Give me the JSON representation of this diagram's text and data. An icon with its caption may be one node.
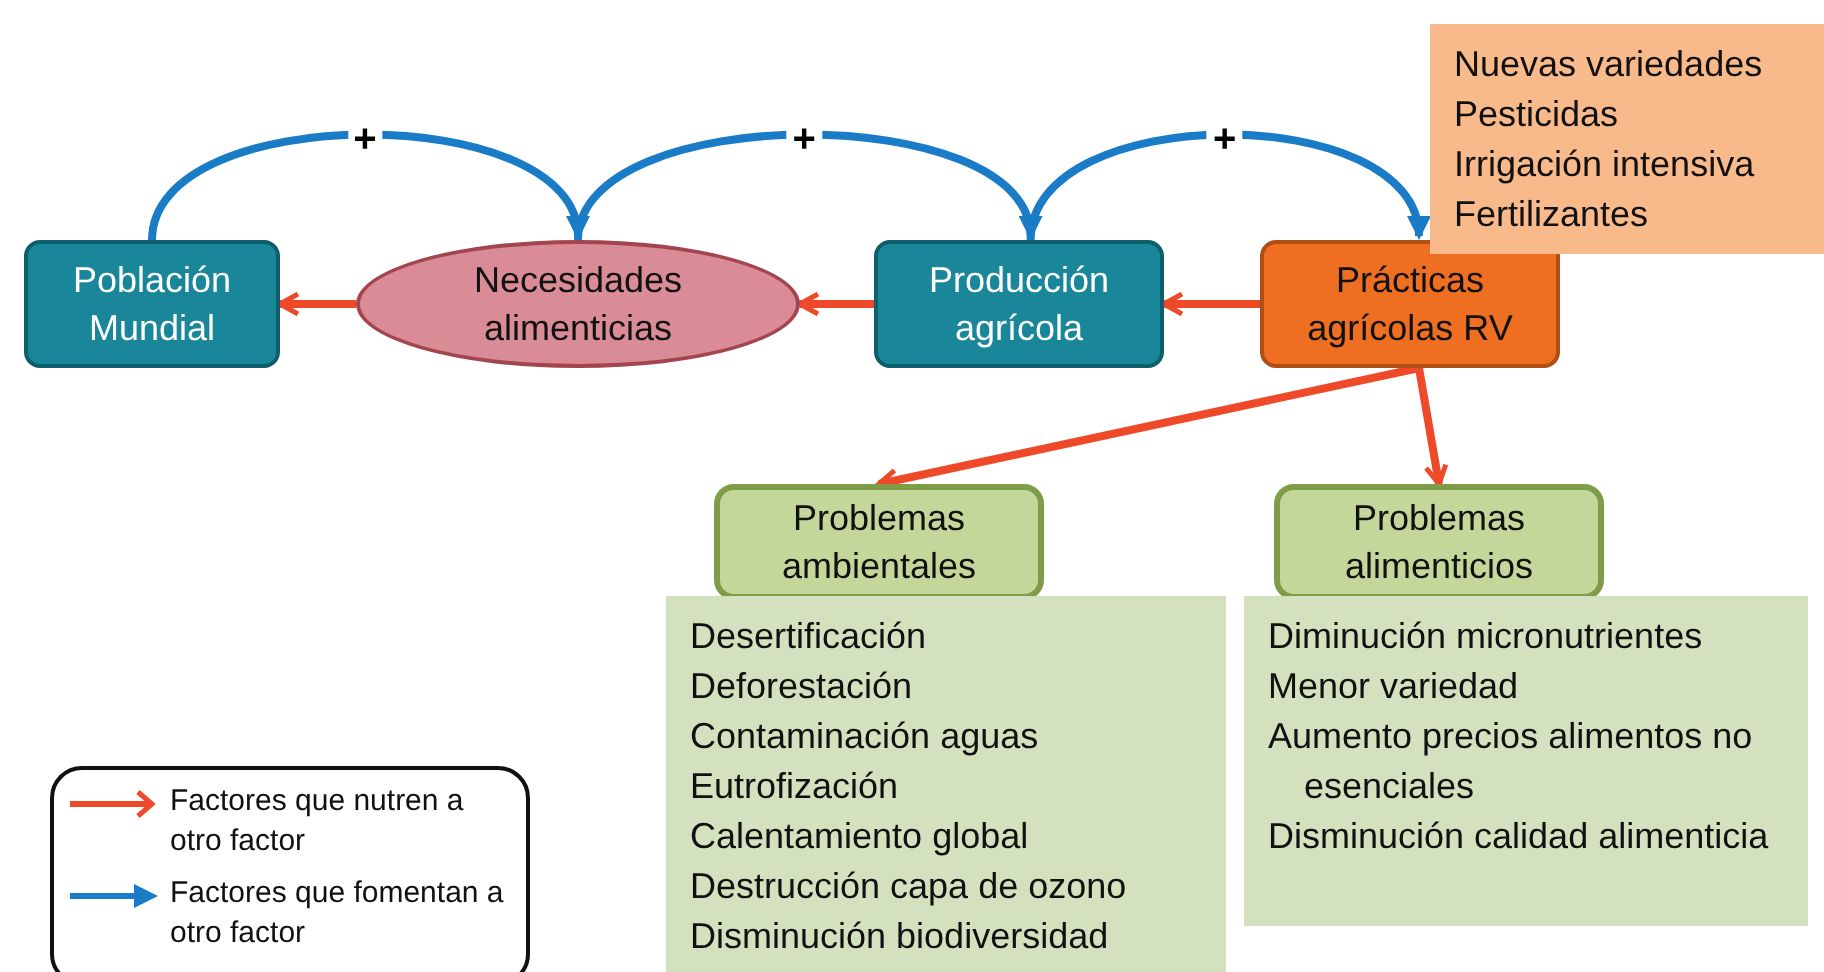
{
  "diagram": {
    "nodes": [
      {
        "text": [
          "Población Mundial"
        ]
      },
      {
        "text": [
          "Necesidades alimenticias"
        ]
      },
      {
        "text": [
          "Producción agrícola"
        ]
      },
      {
        "text": [
          "Prácticas agrícolas RV"
        ]
      },
      {
        "text": [
          "Nuevas variedades",
          "Pesticidas",
          "Irrigación intensiva",
          "Fertilizantes"
        ]
      },
      {
        "text": [
          "Problemas ambientales"
        ]
      },
      {
        "text": [
          "Desertificación",
          "Deforestación",
          "Contaminación aguas",
          "Eutrofización",
          "Calentamiento global",
          "Destrucción capa de ozono",
          "Disminución biodiversidad"
        ]
      },
      {
        "text": [
          "Problemas alimenticios"
        ]
      },
      {
        "text": [
          "Diminución micronutrientes",
          "Menor variedad",
          "Aumento precios alimentos no esenciales",
          "Disminución calidad alimenticia"
        ]
      }
    ],
    "edges": [
      {
        "from": 1,
        "to": 0,
        "arrow": "to"
      },
      {
        "from": 2,
        "to": 1,
        "arrow": "to"
      },
      {
        "from": 3,
        "to": 2,
        "arrow": "to"
      },
      {
        "from": 0,
        "to": 1,
        "arrow": "to",
        "label": "+",
        "color": "#1a7cc6"
      },
      {
        "from": 1,
        "to": 2,
        "arrow": "to",
        "label": "+",
        "color": "#1a7cc6"
      },
      {
        "from": 2,
        "to": 3,
        "arrow": "to",
        "label": "+",
        "color": "#1a7cc6"
      },
      {
        "from": 3,
        "to": 5,
        "arrow": "to"
      },
      {
        "from": 3,
        "to": 7,
        "arrow": "to"
      }
    ],
    "legend": [
      {
        "text": "Factores que nutren a otro factor"
      },
      {
        "text": "Factores que fomentan a otro factor"
      }
    ]
  }
}
